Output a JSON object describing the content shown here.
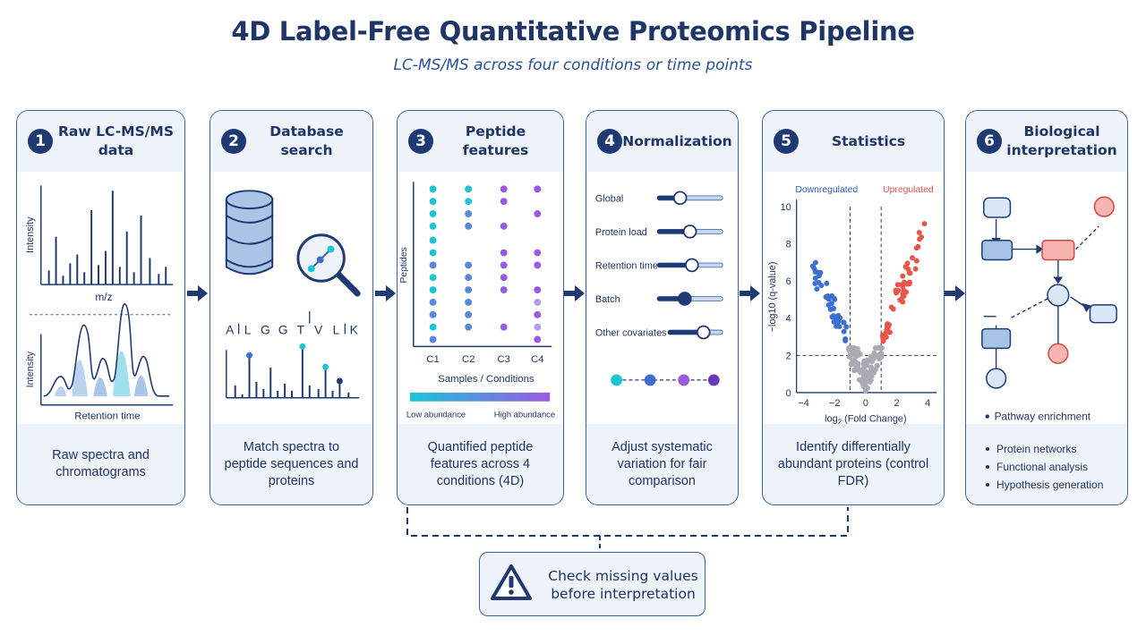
{
  "title": "4D Label-Free Quantitative Proteomics Pipeline",
  "subtitle": "LC-MS/MS across four conditions or time points",
  "steps": [
    {
      "num": "1",
      "title": "Raw LC-MS/MS data",
      "desc": "Raw spectra and chromatograms",
      "labels": {
        "y_top": "Intensity",
        "x_top": "m/z",
        "y_bottom": "Intensity",
        "x_bottom": "Retention time"
      }
    },
    {
      "num": "2",
      "title": "Database search",
      "desc": "Match spectra to peptide sequences and proteins",
      "sequence": [
        "A",
        "L",
        "G",
        "G",
        "T",
        "V",
        "L",
        "K"
      ]
    },
    {
      "num": "3",
      "title": "Peptide features",
      "desc": "Quantified peptide features across 4 conditions (4D)",
      "y_label": "Peptides",
      "x_label": "Samples / Conditions",
      "conditions": [
        "C1",
        "C2",
        "C3",
        "C4"
      ],
      "legend_low": "Low abundance",
      "legend_high": "High abundance"
    },
    {
      "num": "4",
      "title": "Normalization",
      "desc": "Adjust systematic variation for fair comparison",
      "factors": [
        {
          "label": "Global",
          "level": 0.35
        },
        {
          "label": "Protein load",
          "level": 0.5
        },
        {
          "label": "Retention time",
          "level": 0.53
        },
        {
          "label": "Batch",
          "level": 0.42
        },
        {
          "label": "Other covariates",
          "level": 0.65
        }
      ]
    },
    {
      "num": "5",
      "title": "Statistics",
      "desc": "Identify differentially abundant proteins (control FDR)",
      "down_label": "Downregulated",
      "up_label": "Upregulated",
      "y_label": "−log10 (q-value)",
      "x_label_main": "log",
      "x_label_sub": "2",
      "x_label_rest": " (Fold Change)",
      "x_ticks": [
        "−4",
        "−2",
        "0",
        "2",
        "4"
      ],
      "y_ticks": [
        "0",
        "2",
        "4",
        "6",
        "8",
        "10"
      ]
    },
    {
      "num": "6",
      "title": "Biological interpretation",
      "bullets": [
        "Pathway enrichment",
        "Protein networks",
        "Functional analysis",
        "Hypothesis generation"
      ]
    }
  ],
  "warning": {
    "text_line1": "Check missing values",
    "text_line2": "before interpretation"
  },
  "colors": {
    "navy": "#1f3a73",
    "accent": "#3a62a8",
    "panel_bg": "#eef3fa",
    "down": "#3d6fd1",
    "up": "#e8554a",
    "cyan": "#1cc4d6",
    "purple": "#9a5ae0"
  }
}
